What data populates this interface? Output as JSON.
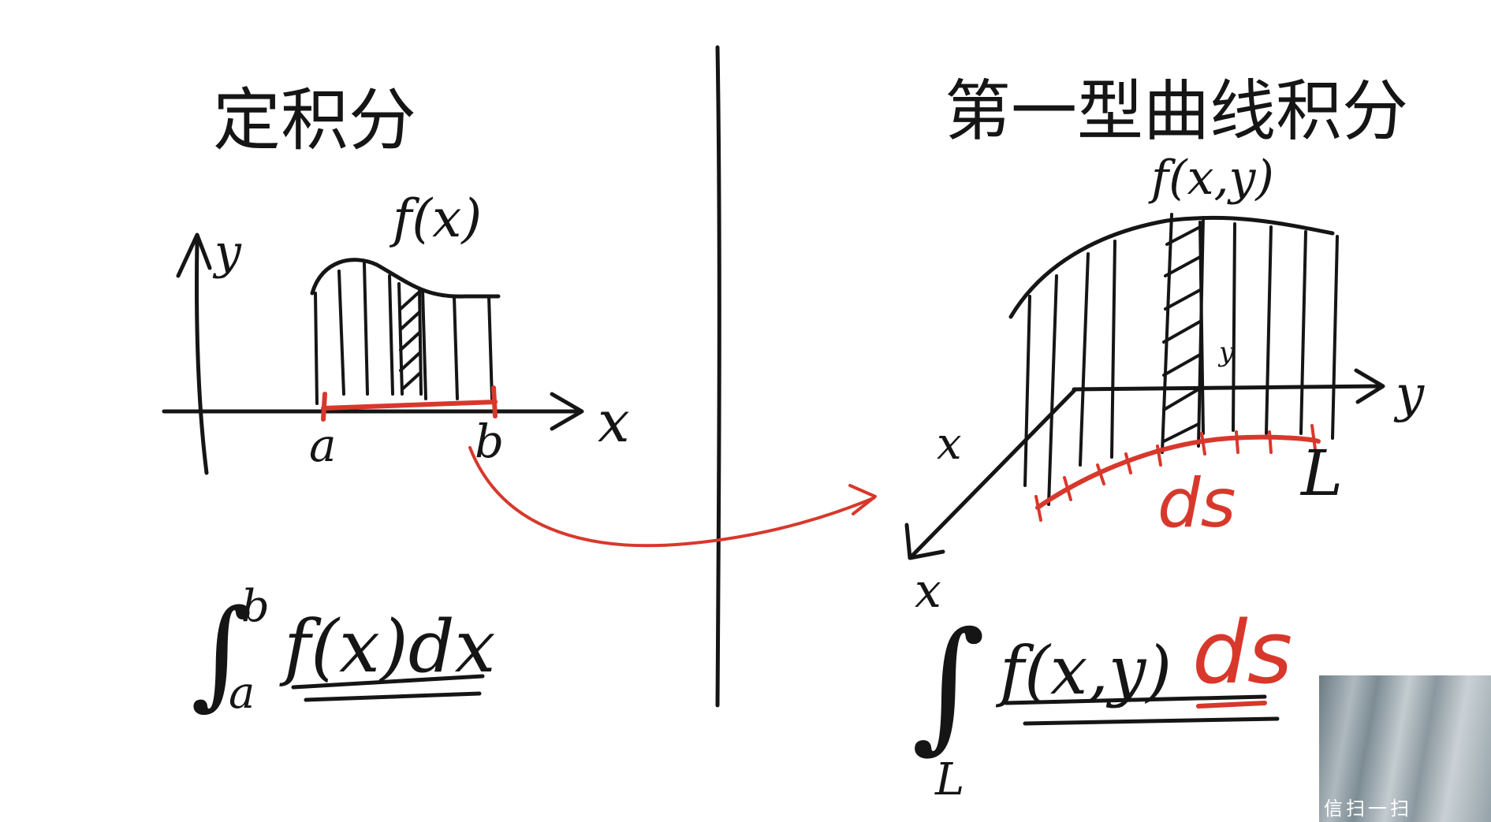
{
  "left_panel": {
    "title": "定积分",
    "func_label": "f(x)",
    "y_axis_label": "y",
    "x_axis_label": "x",
    "a_label": "a",
    "b_label": "b",
    "formula": {
      "integral_sign": "∫",
      "upper": "b",
      "lower": "a",
      "body": "f(x)dx"
    }
  },
  "right_panel": {
    "title": "第一型曲线积分",
    "func_label": "f(x,y)",
    "y_axis_label": "y",
    "x_axis_label": "x",
    "inner_y_label": "y",
    "inner_x_label": "x",
    "ds_label": "ds",
    "curve_label": "L",
    "formula": {
      "integral_sign": "∫",
      "lower": "L",
      "body": "f(x,y)",
      "ds": "ds"
    }
  },
  "webcam": {
    "caption": "信扫一扫"
  },
  "colors": {
    "ink": "#151515",
    "accent_red": "#d8382c",
    "background": "#ffffff"
  }
}
